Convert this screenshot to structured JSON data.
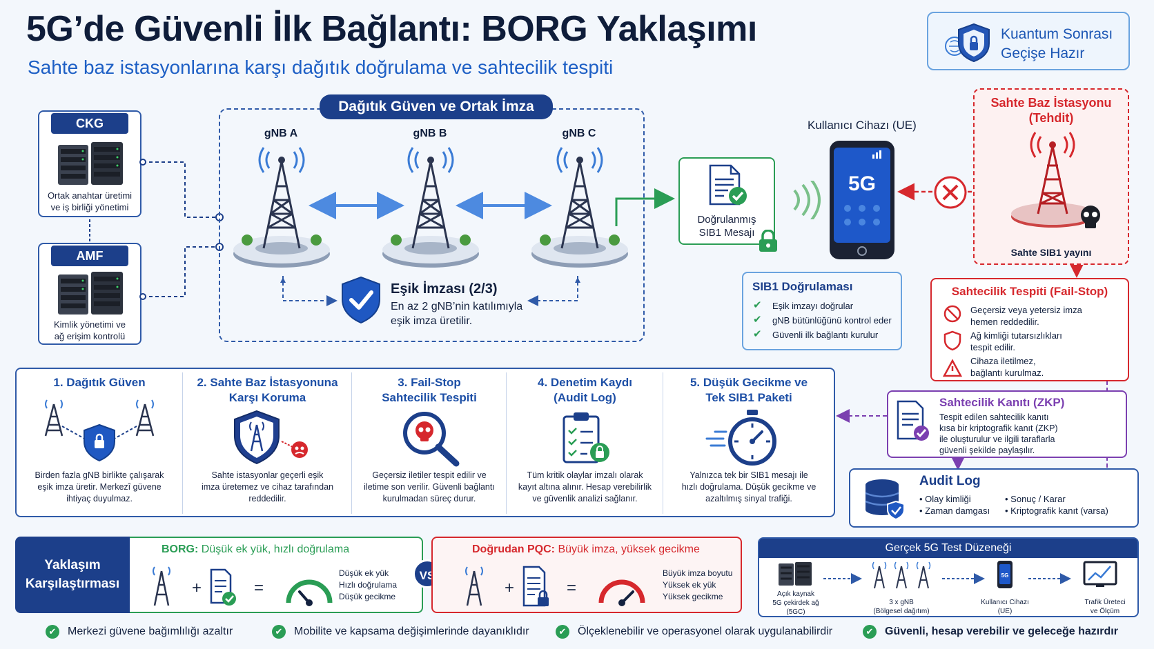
{
  "header": {
    "title": "5G’de Güvenli İlk Bağlantı: BORG Yaklaşımı",
    "subtitle": "Sahte baz istasyonlarına karşı dağıtık doğrulama ve sahtecilik tespiti",
    "badge_line1": "Kuantum Sonrası",
    "badge_line2": "Geçişe Hazır"
  },
  "core": {
    "ckg_label": "CKG",
    "ckg_desc_1": "Ortak anahtar üretimi",
    "ckg_desc_2": "ve iş birliği yönetimi",
    "amf_label": "AMF",
    "amf_desc_1": "Kimlik yönetimi ve",
    "amf_desc_2": "ağ erişim kontrolü"
  },
  "trust": {
    "title": "Dağıtık Güven ve Ortak İmza",
    "gnb_a": "gNB A",
    "gnb_b": "gNB B",
    "gnb_c": "gNB C",
    "threshold_title": "Eşik İmzası (2/3)",
    "threshold_line1": "En az 2 gNB’nin katılımıyla",
    "threshold_line2": "eşik imza üretilir."
  },
  "sib1": {
    "msg_line1": "Doğrulanmış",
    "msg_line2": "SIB1 Mesajı",
    "verify_title": "SIB1 Doğrulaması",
    "checks": [
      "Eşik imzayı doğrular",
      "gNB bütünlüğünü kontrol eder",
      "Güvenli ilk bağlantı kurulur"
    ]
  },
  "ue": {
    "label": "Kullanıcı Cihazı (UE)",
    "screen": "5G"
  },
  "fake": {
    "title_1": "Sahte Baz İstasyonu",
    "title_2": "(Tehdit)",
    "broadcast": "Sahte SIB1 yayını",
    "detect_title": "Sahtecilik Tespiti (Fail-Stop)",
    "detect_items": [
      [
        "Geçersiz veya yetersiz imza",
        "hemen reddedilir."
      ],
      [
        "Ağ kimliği tutarsızlıkları",
        "tespit edilir."
      ],
      [
        "Cihaza iletilmez,",
        "bağlantı kurulmaz."
      ]
    ]
  },
  "zkp": {
    "title": "Sahtecilik Kanıtı (ZKP)",
    "lines": [
      "Tespit edilen sahtecilik kanıtı",
      "kısa bir kriptografik kanıt (ZKP)",
      "ile oluşturulur ve ilgili taraflarla",
      "güvenli şekilde paylaşılır."
    ]
  },
  "audit": {
    "title": "Audit Log",
    "items": [
      "Olay kimliği",
      "Zaman damgası",
      "Sonuç / Karar",
      "Kriptografik kanıt (varsa)"
    ]
  },
  "features": [
    {
      "title_1": "1. Dağıtık Güven",
      "title_2": "",
      "desc": [
        "Birden fazla gNB birlikte çalışarak",
        "eşik imza üretir. Merkezî güvene",
        "ihtiyaç duyulmaz."
      ]
    },
    {
      "title_1": "2. Sahte Baz İstasyonuna",
      "title_2": "Karşı Koruma",
      "desc": [
        "Sahte istasyonlar geçerli eşik",
        "imza üretemez ve cihaz tarafından",
        "reddedilir."
      ]
    },
    {
      "title_1": "3. Fail-Stop",
      "title_2": "Sahtecilik Tespiti",
      "desc": [
        "Geçersiz iletiler tespit edilir ve",
        "iletime son verilir. Güvenli bağlantı",
        "kurulmadan süreç durur."
      ]
    },
    {
      "title_1": "4. Denetim Kaydı",
      "title_2": "(Audit Log)",
      "desc": [
        "Tüm kritik olaylar imzalı olarak",
        "kayıt altına alınır. Hesap verebilirlik",
        "ve güvenlik analizi sağlanır."
      ]
    },
    {
      "title_1": "5. Düşük Gecikme ve",
      "title_2": "Tek SIB1 Paketi",
      "desc": [
        "Yalnızca tek bir SIB1 mesajı ile",
        "hızlı doğrulama. Düşük gecikme ve",
        "azaltılmış sinyal trafiği."
      ]
    }
  ],
  "compare": {
    "label_1": "Yaklaşım",
    "label_2": "Karşılaştırması",
    "borg_head": "BORG:",
    "borg_rest": " Düşük ek yük, hızlı doğrulama",
    "borg_points": [
      "Düşük ek yük",
      "Hızlı doğrulama",
      "Düşük gecikme"
    ],
    "vs": "VS",
    "pqc_head": "Doğrudan PQC:",
    "pqc_rest": " Büyük imza, yüksek gecikme",
    "pqc_points": [
      "Büyük imza boyutu",
      "Yüksek ek yük",
      "Yüksek gecikme"
    ],
    "plus": "+",
    "equals": "="
  },
  "testbed": {
    "title": "Gerçek 5G Test Düzeneği",
    "n1": [
      "Açık kaynak",
      "5G çekirdek ağ",
      "(5GC)"
    ],
    "n2": [
      "3 x gNB",
      "(Bölgesel dağıtım)"
    ],
    "n3": [
      "Kullanıcı Cihazı",
      "(UE)"
    ],
    "n4": [
      "Trafik Üreteci",
      "ve Ölçüm"
    ],
    "phone_screen": "5G"
  },
  "benefits": [
    "Merkezi güvene bağımlılığı azaltır",
    "Mobilite ve kapsama değişimlerinde dayanıklıdır",
    "Ölçeklenebilir ve operasyonel olarak uygulanabilirdir",
    "Güvenli, hesap verebilir ve geleceğe hazırdır"
  ],
  "colors": {
    "navy": "#1c3f8a",
    "blue": "#1d5fc5",
    "green": "#2a9d55",
    "red": "#d6282d",
    "purple": "#7b3fb0"
  }
}
